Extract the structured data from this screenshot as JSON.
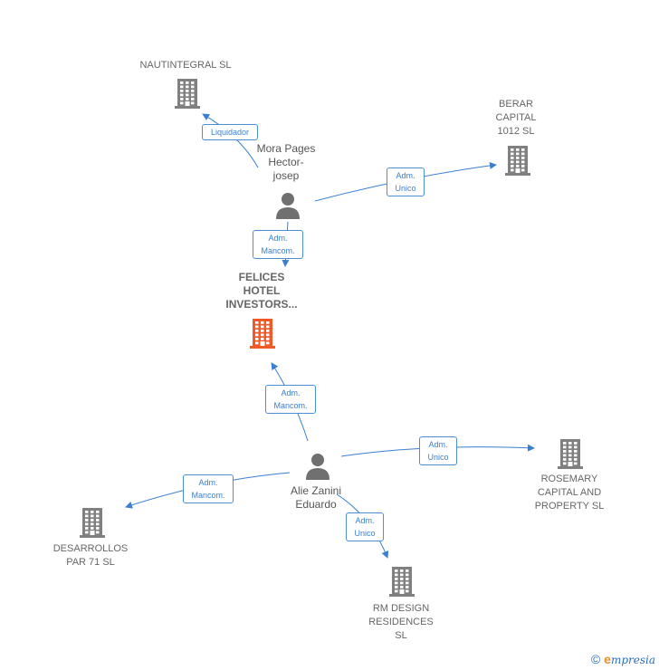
{
  "nodes": {
    "center": {
      "lines": [
        "FELICES",
        "HOTEL",
        "INVESTORS..."
      ],
      "color": "#f05a28"
    },
    "nautintegral": {
      "lines": [
        "NAUTINTEGRAL SL"
      ]
    },
    "berar": {
      "lines": [
        "BERAR",
        "CAPITAL",
        "1012  SL"
      ]
    },
    "rosemary": {
      "lines": [
        "ROSEMARY",
        "CAPITAL AND",
        "PROPERTY  SL"
      ]
    },
    "desarrollos": {
      "lines": [
        "DESARROLLOS",
        "PAR 71  SL"
      ]
    },
    "rmdesign": {
      "lines": [
        "RM DESIGN",
        "RESIDENCES",
        "SL"
      ]
    },
    "mora": {
      "lines": [
        "Mora Pages",
        "Hector-",
        "josep"
      ]
    },
    "alie": {
      "lines": [
        "Alie Zanini",
        "Eduardo"
      ]
    }
  },
  "edges": {
    "liquidador": [
      "Liquidador"
    ],
    "mora_berar": [
      "Adm.",
      "Unico"
    ],
    "mora_center": [
      "Adm.",
      "Mancom."
    ],
    "alie_center": [
      "Adm.",
      "Mancom."
    ],
    "alie_rosemary": [
      "Adm.",
      "Unico"
    ],
    "alie_desarrollos": [
      "Adm.",
      "Mancom."
    ],
    "alie_rmdesign": [
      "Adm.",
      "Unico"
    ]
  },
  "colors": {
    "building": "#808080",
    "center_building": "#f05a28",
    "edge": "#3a7fd0",
    "person": "#707070"
  },
  "footer": {
    "copyright": "©",
    "brand_initial": "e",
    "brand_rest": "mpresia"
  }
}
